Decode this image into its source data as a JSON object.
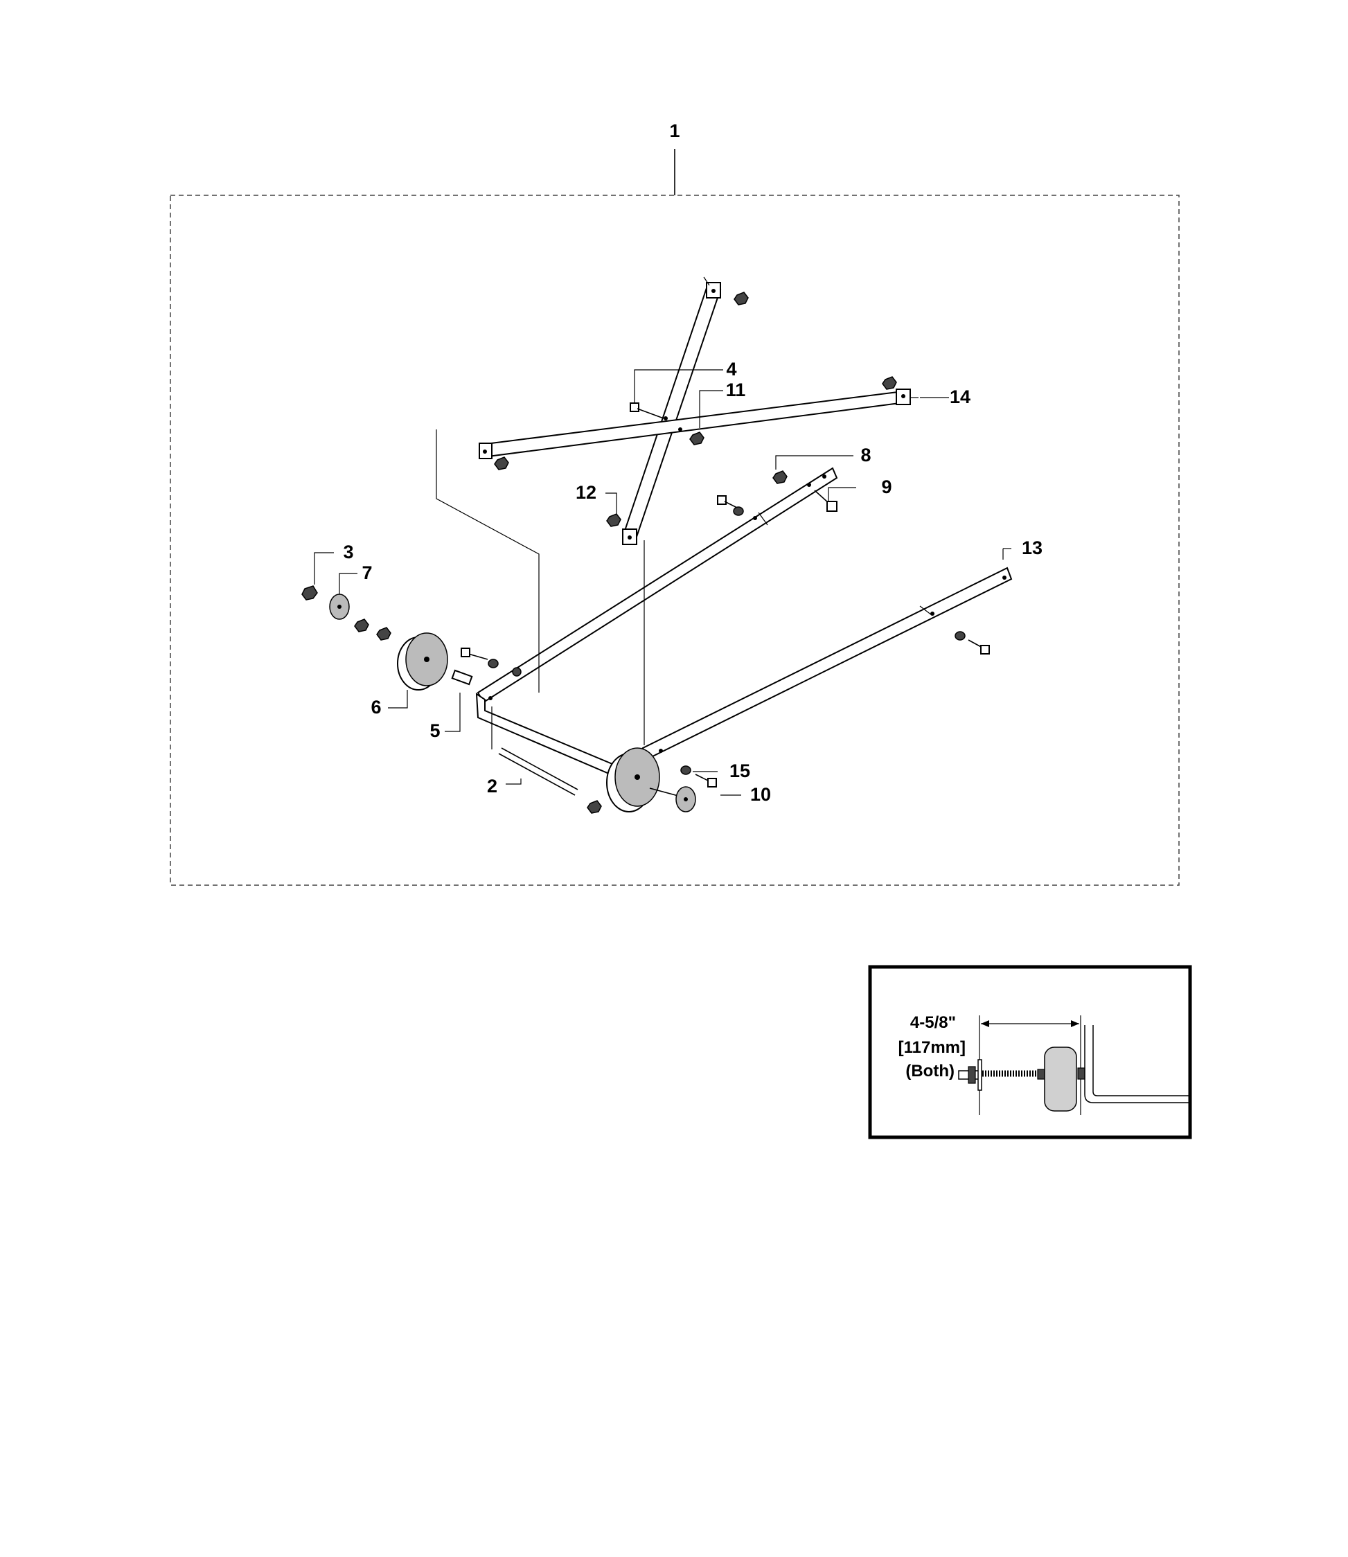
{
  "callouts": [
    {
      "id": "1",
      "text": "1"
    },
    {
      "id": "2",
      "text": "2"
    },
    {
      "id": "3",
      "text": "3"
    },
    {
      "id": "4",
      "text": "4"
    },
    {
      "id": "5",
      "text": "5"
    },
    {
      "id": "6",
      "text": "6"
    },
    {
      "id": "7",
      "text": "7"
    },
    {
      "id": "8",
      "text": "8"
    },
    {
      "id": "9",
      "text": "9"
    },
    {
      "id": "10",
      "text": "10"
    },
    {
      "id": "11",
      "text": "11"
    },
    {
      "id": "12",
      "text": "12"
    },
    {
      "id": "13",
      "text": "13"
    },
    {
      "id": "14",
      "text": "14"
    },
    {
      "id": "15",
      "text": "15"
    }
  ],
  "detail": {
    "dimension_line1": "4-5/8\"",
    "dimension_line2": "[117mm]",
    "dimension_line3": "(Both)"
  }
}
